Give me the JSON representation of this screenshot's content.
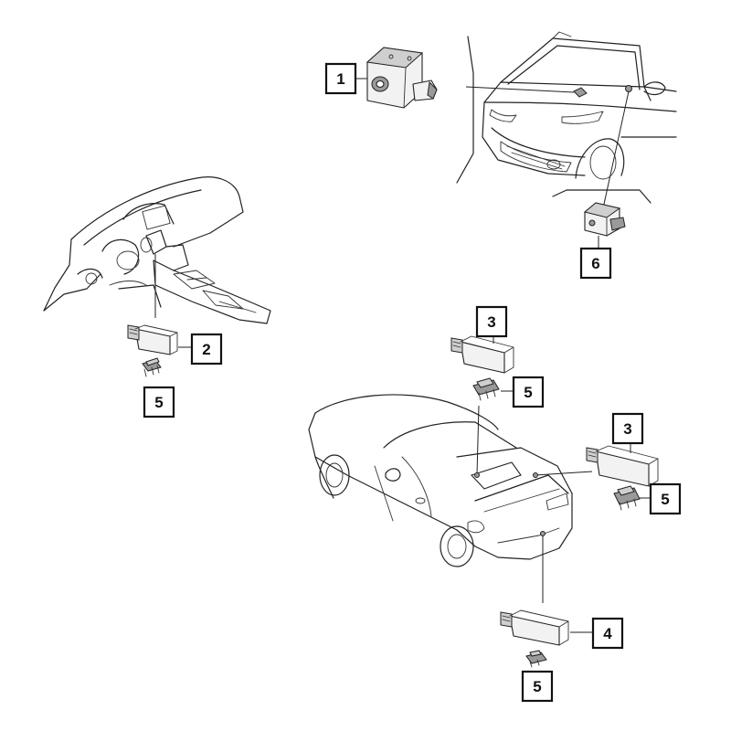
{
  "callouts": [
    {
      "id": "c1",
      "label": "1"
    },
    {
      "id": "c2",
      "label": "2"
    },
    {
      "id": "c3a",
      "label": "3"
    },
    {
      "id": "c3b",
      "label": "3"
    },
    {
      "id": "c4",
      "label": "4"
    },
    {
      "id": "c5a",
      "label": "5"
    },
    {
      "id": "c5b",
      "label": "5"
    },
    {
      "id": "c5c",
      "label": "5"
    },
    {
      "id": "c5d",
      "label": "5"
    },
    {
      "id": "c6",
      "label": "6"
    }
  ]
}
